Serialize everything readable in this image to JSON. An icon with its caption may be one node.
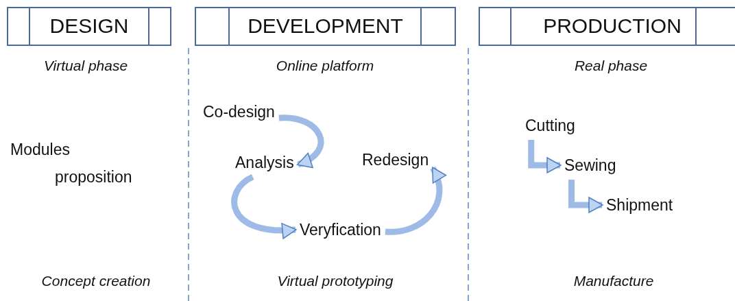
{
  "diagram": {
    "nodes": [
      {
        "text": [
          "DESIGN"
        ]
      },
      {
        "text": [
          "DEVELOPMENT"
        ]
      },
      {
        "text": [
          "PRODUCTION"
        ]
      },
      {
        "text": [
          "Co-design"
        ]
      },
      {
        "text": [
          "Analysis"
        ]
      },
      {
        "text": [
          "Redesign"
        ]
      },
      {
        "text": [
          "Veryfication"
        ]
      },
      {
        "text": [
          "Cutting"
        ]
      },
      {
        "text": [
          "Sewing"
        ]
      },
      {
        "text": [
          "Shipment"
        ]
      }
    ],
    "edges": [
      {
        "from": 3,
        "to": 4,
        "arrow": "to"
      },
      {
        "from": 4,
        "to": 6,
        "arrow": "to"
      },
      {
        "from": 6,
        "to": 5,
        "arrow": "to"
      },
      {
        "from": 7,
        "to": 8,
        "arrow": "to"
      },
      {
        "from": 8,
        "to": 9,
        "arrow": "to"
      }
    ],
    "labels": [
      "Virtual phase",
      "Online platform",
      "Real phase",
      "Modules proposition",
      "Concept creation",
      "Virtual prototyping",
      "Manufacture"
    ]
  }
}
